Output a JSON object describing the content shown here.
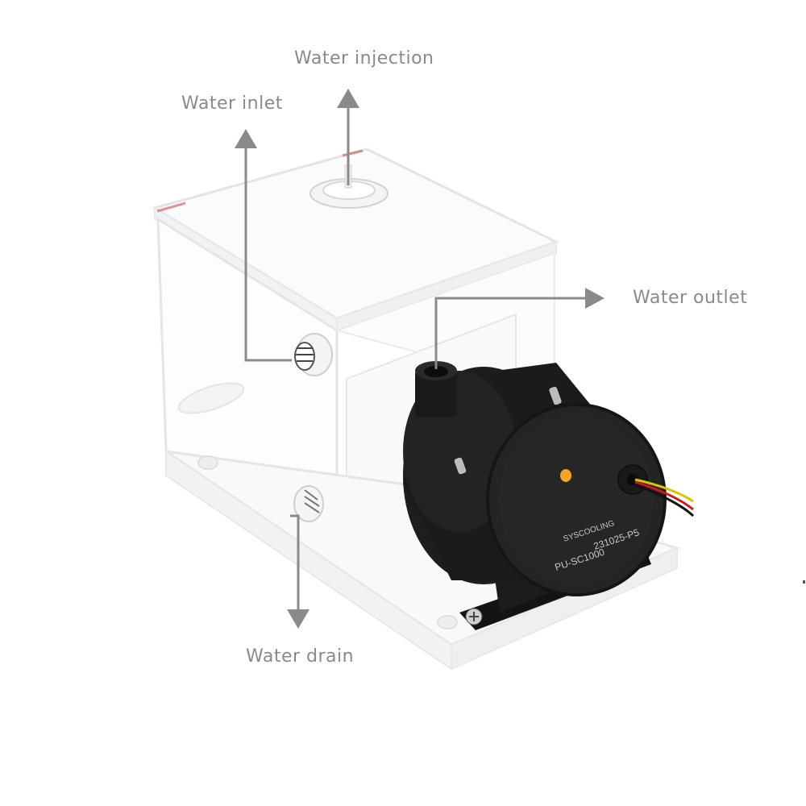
{
  "labels": {
    "injection": "Water injection",
    "inlet": "Water inlet",
    "outlet": "Water outlet",
    "drain": "Water drain"
  },
  "pump": {
    "model": "PU-SC1000",
    "code": "231025-P5",
    "brand": "SYSCOOLING"
  },
  "colors": {
    "annotation": "#8a8a8a",
    "pump_body": "#1a1a1a",
    "acrylic_edge": "#e4e6e8",
    "led": "#f2a81e",
    "wire_yellow": "#d8c400",
    "wire_red": "#d01818",
    "wire_black": "#111111"
  }
}
